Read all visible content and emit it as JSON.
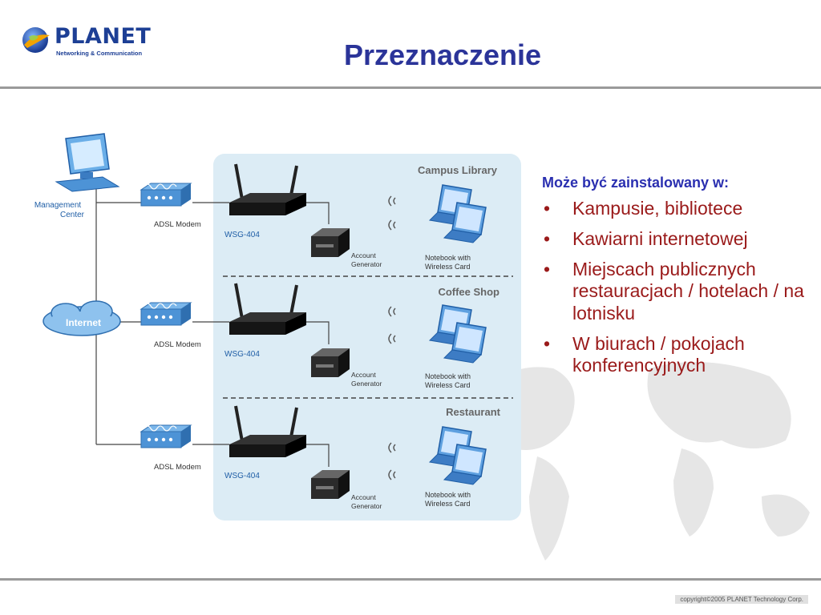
{
  "header": {
    "logo_text": "PLANET",
    "logo_subtitle": "Networking & Communication",
    "title": "Przeznaczenie"
  },
  "diagram": {
    "management_label_1": "Management",
    "management_label_2": "Center",
    "internet_label": "Internet",
    "sites": [
      {
        "name": "Campus Library",
        "modem_label": "ADSL Modem",
        "router_label": "WSG-404",
        "generator_label_1": "Account",
        "generator_label_2": "Generator",
        "notebook_label_1": "Notebook with",
        "notebook_label_2": "Wireless Card"
      },
      {
        "name": "Coffee Shop",
        "modem_label": "ADSL Modem",
        "router_label": "WSG-404",
        "generator_label_1": "Account",
        "generator_label_2": "Generator",
        "notebook_label_1": "Notebook with",
        "notebook_label_2": "Wireless Card"
      },
      {
        "name": "Restaurant",
        "modem_label": "ADSL Modem",
        "router_label": "WSG-404",
        "generator_label_1": "Account",
        "generator_label_2": "Generator",
        "notebook_label_1": "Notebook with",
        "notebook_label_2": "Wireless Card"
      }
    ]
  },
  "content": {
    "intro": "Może być zainstalowany w:",
    "bullet_symbol": "•",
    "items": [
      "Kampusie, bibliotece",
      "Kawiarni internetowej",
      "Miejscach publicznych restauracjach / hotelach / na lotnisku",
      "W biurach / pokojach konferencyjnych"
    ]
  },
  "footer": {
    "copyright": "copyright©2005 PLANET Technology Corp."
  },
  "colors": {
    "title": "#2b3499",
    "intro": "#2a2fb0",
    "bullets": "#9a1a1a",
    "panel": "#dcecf5",
    "rule": "#9a9a9a"
  }
}
